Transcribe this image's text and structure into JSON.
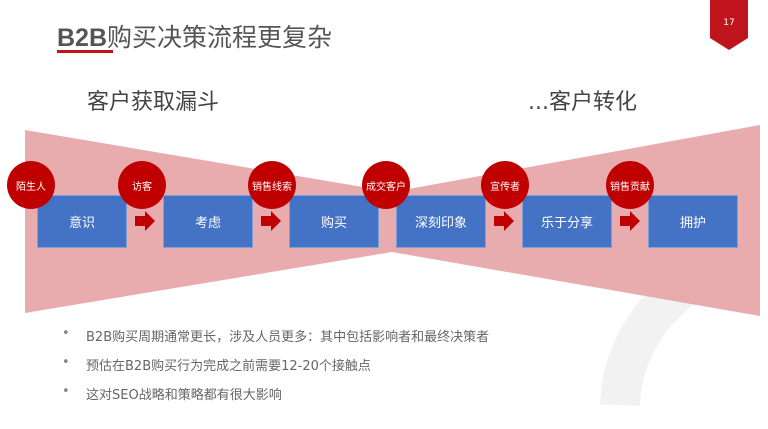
{
  "slide": {
    "title_prefix": "B2B",
    "title_rest": "购买决策流程更复杂",
    "page_number": "17",
    "left_heading": "客户获取漏斗",
    "right_heading": "...客户转化",
    "stages": [
      {
        "label": "意识",
        "role": "陌生人"
      },
      {
        "label": "考虑",
        "role": "访客"
      },
      {
        "label": "购买",
        "role": "销售线索"
      },
      {
        "label": "深刻印象",
        "role": "成交客户"
      },
      {
        "label": "乐于分享",
        "role": "宣传者"
      },
      {
        "label": "拥护",
        "role": "销售贡献"
      }
    ],
    "bullets": [
      "B2B购买周期通常更长，涉及人员更多：其中包括影响者和最终决策者",
      "预估在B2B购买行为完成之前需要12-20个接触点",
      "这对SEO战略和策略都有很大影响"
    ],
    "colors": {
      "accent": "#c00000",
      "box": "#4472c4",
      "funnel": "#e8a6a8"
    }
  }
}
